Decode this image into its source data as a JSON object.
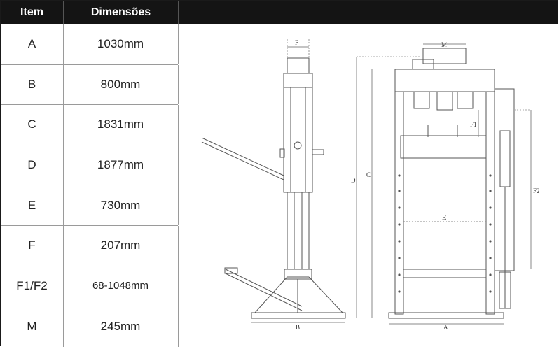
{
  "table": {
    "header_item": "Item",
    "header_dim": "Dimensões",
    "rows": [
      {
        "item": "A",
        "value": "1030mm"
      },
      {
        "item": "B",
        "value": "800mm"
      },
      {
        "item": "C",
        "value": "1831mm"
      },
      {
        "item": "D",
        "value": "1877mm"
      },
      {
        "item": "E",
        "value": "730mm"
      },
      {
        "item": "F",
        "value": "207mm"
      },
      {
        "item": "F1/F2",
        "value": "68-1048mm"
      },
      {
        "item": "M",
        "value": "245mm"
      }
    ]
  },
  "drawing": {
    "label_a": "A",
    "label_b": "B",
    "label_c": "C",
    "label_d": "D",
    "label_e": "E",
    "label_f": "F",
    "label_f1": "F1",
    "label_f2": "F2",
    "label_m": "M"
  }
}
